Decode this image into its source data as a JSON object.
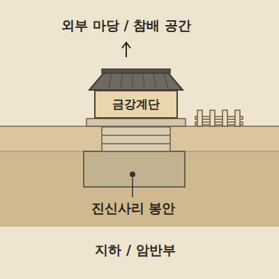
{
  "diagram": {
    "nodes": [
      {
        "text": [
          "금강계단"
        ]
      }
    ],
    "labels": [
      "외부 마당 / 참배 공간",
      "진신사리 봉안",
      "지하 / 암반부"
    ]
  }
}
